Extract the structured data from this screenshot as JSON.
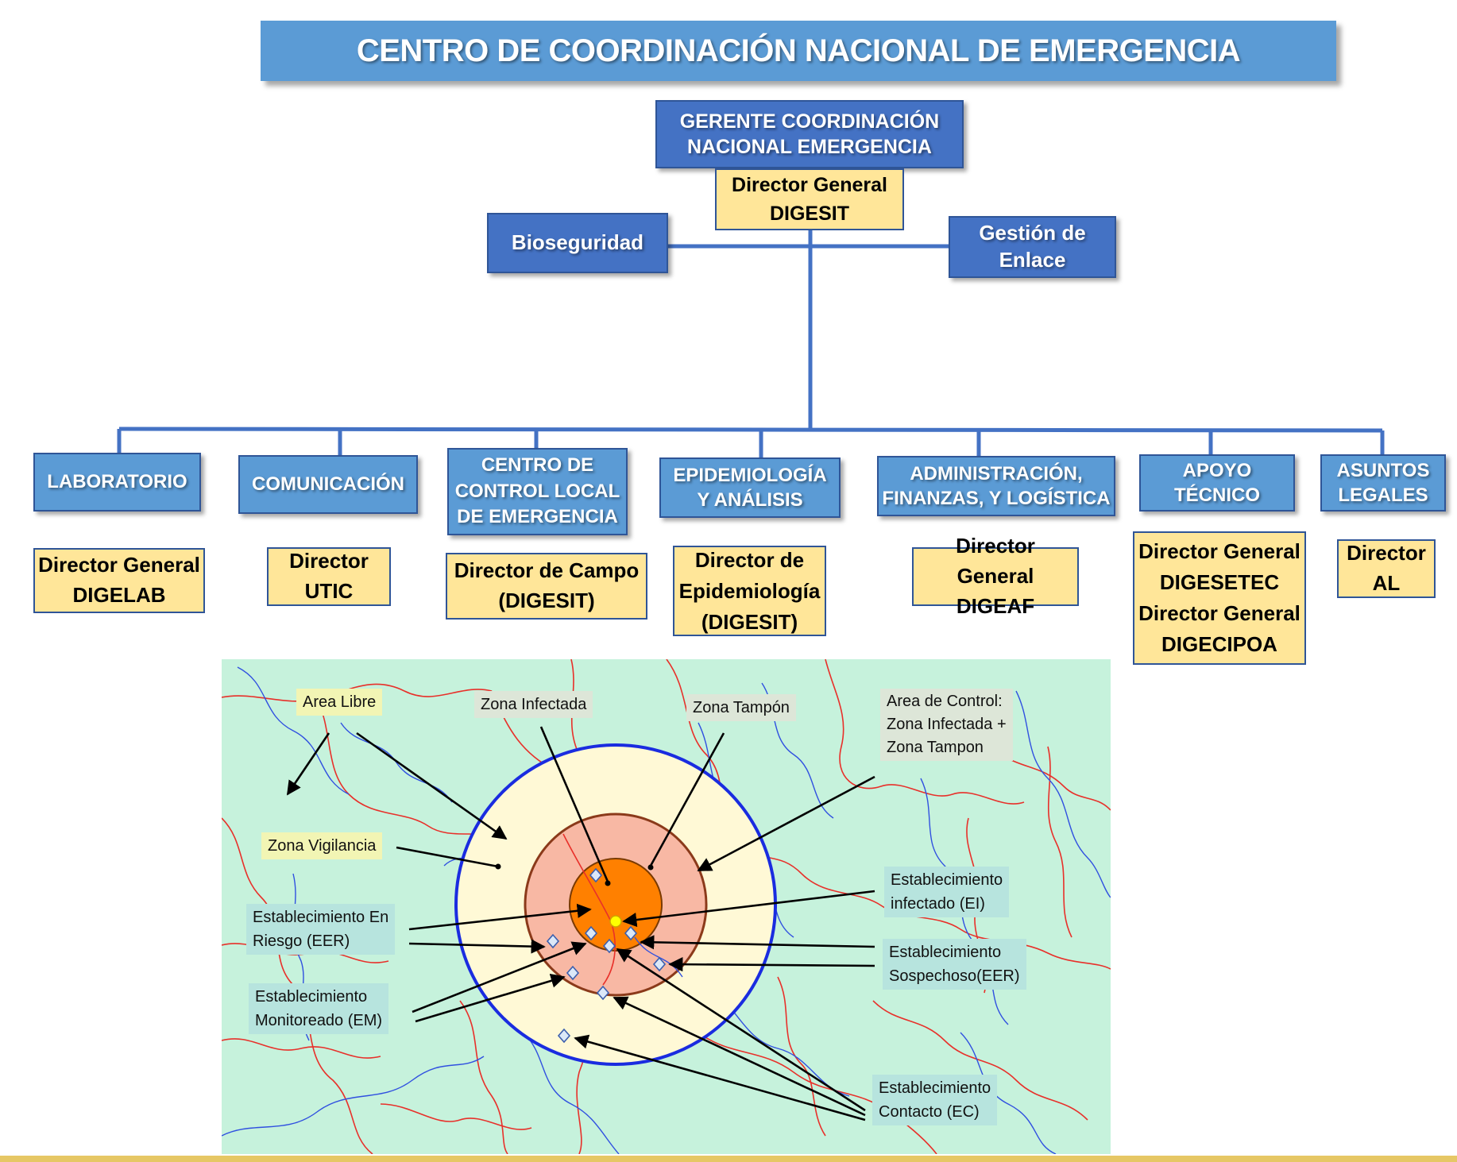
{
  "title": "CENTRO DE COORDINACIÓN NACIONAL DE EMERGENCIA",
  "top": {
    "manager": [
      "GERENTE COORDINACIÓN",
      "NACIONAL EMERGENCIA"
    ],
    "manager_role": [
      "Director General",
      "DIGESIT"
    ],
    "left_unit": "Bioseguridad",
    "right_unit": [
      "Gestión de",
      "Enlace"
    ]
  },
  "departments": [
    {
      "name": [
        "LABORATORIO"
      ],
      "role": [
        "Director General",
        "DIGELAB"
      ]
    },
    {
      "name": [
        "COMUNICACIÓN"
      ],
      "role": [
        "Director",
        "UTIC"
      ]
    },
    {
      "name": [
        "CENTRO DE",
        "CONTROL LOCAL",
        "DE EMERGENCIA"
      ],
      "role": [
        "Director de Campo",
        "(DIGESIT)"
      ]
    },
    {
      "name": [
        "EPIDEMIOLOGÍA",
        "Y ANÁLISIS"
      ],
      "role": [
        "Director de",
        "Epidemiología",
        "(DIGESIT)"
      ]
    },
    {
      "name": [
        "ADMINISTRACIÓN,",
        "FINANZAS, Y LOGÍSTICA"
      ],
      "role": [
        "Director General",
        "DIGEAF"
      ]
    },
    {
      "name": [
        "APOYO TÉCNICO"
      ],
      "role": [
        "Director General",
        "DIGESETEC",
        "Director General",
        "DIGECIPOA"
      ]
    },
    {
      "name": [
        "ASUNTOS",
        "LEGALES"
      ],
      "role": [
        "Director",
        "AL"
      ]
    }
  ],
  "map_labels": {
    "area_libre": "Area Libre",
    "zona_infectada": "Zona Infectada",
    "zona_tampon": "Zona Tampón",
    "area_control": [
      "Area de Control:",
      "Zona Infectada +",
      "Zona Tampon"
    ],
    "zona_vigilancia": "Zona Vigilancia",
    "eer_riesgo": [
      "Establecimiento En",
      "Riesgo (EER)"
    ],
    "ei": [
      "Establecimiento",
      "infectado (EI)"
    ],
    "eer_sospechoso": [
      "Establecimiento",
      "Sospechoso(EER)"
    ],
    "em": [
      "Establecimiento",
      "Monitoreado (EM)"
    ],
    "ec": [
      "Establecimiento",
      "Contacto (EC)"
    ]
  },
  "colors": {
    "title_bg": "#5b9bd5",
    "box_blue": "#4472c4",
    "box_yellow": "#ffe699",
    "connector": "#4472c4",
    "map_bg": "#c6f2dc",
    "surveillance_zone": "#fff9d6",
    "buffer_zone": "#f8b8a4",
    "infected_zone": "#ff8000",
    "road": "#e8302a",
    "river": "#3050e0"
  }
}
